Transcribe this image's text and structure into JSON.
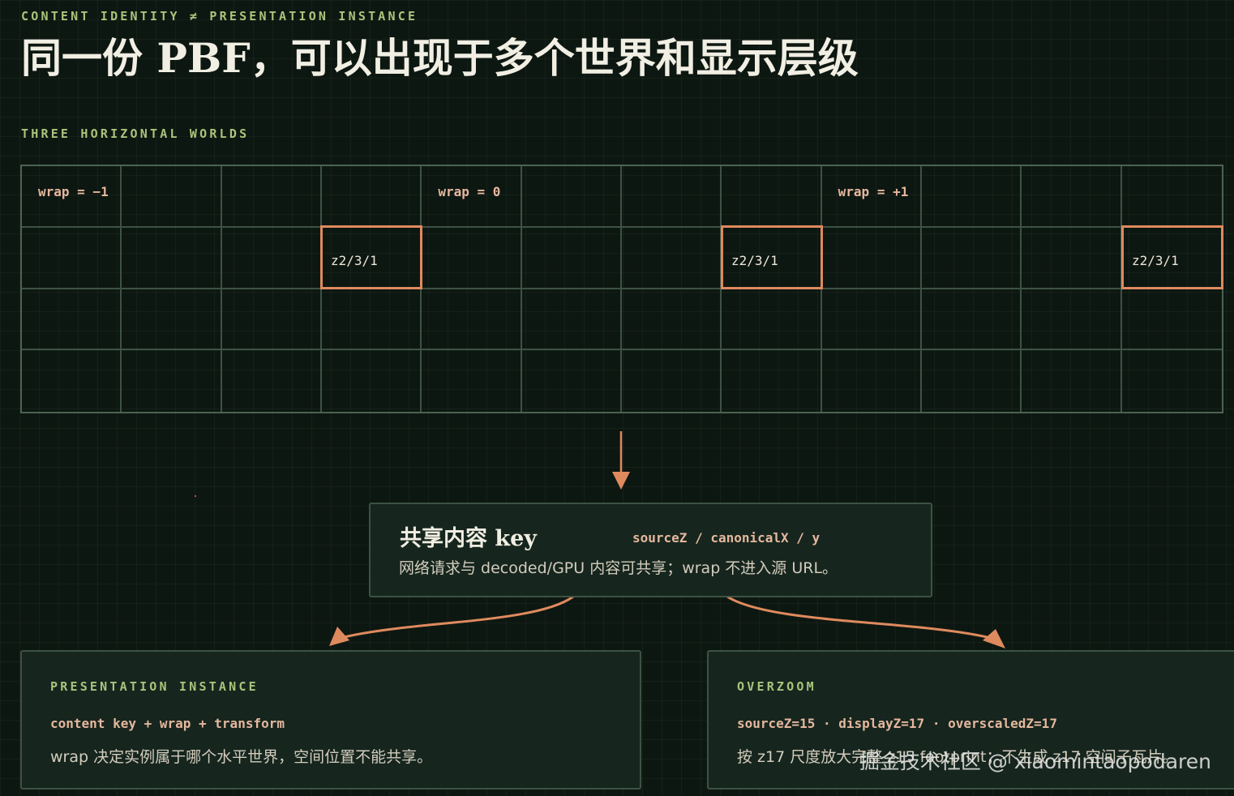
{
  "header": {
    "eyebrow": "CONTENT IDENTITY ≠ PRESENTATION INSTANCE",
    "title": "同一份 PBF，可以出现于多个世界和显示层级"
  },
  "worlds": {
    "label": "THREE HORIZONTAL WORLDS",
    "wrap_labels": [
      "wrap = −1",
      "wrap = 0",
      "wrap = +1"
    ],
    "tile_labels": [
      "z2/3/1",
      "z2/3/1",
      "z2/3/1"
    ]
  },
  "key_card": {
    "title": "共享内容 key",
    "code": "sourceZ / canonicalX / y",
    "desc": "网络请求与 decoded/GPU 内容可共享；wrap 不进入源 URL。"
  },
  "presentation_card": {
    "eyebrow": "PRESENTATION INSTANCE",
    "code": "content key + wrap + transform",
    "desc": "wrap 决定实例属于哪个水平世界，空间位置不能共享。"
  },
  "overzoom_card": {
    "eyebrow": "OVERZOOM",
    "code": "sourceZ=15 · displayZ=17 · overscaledZ=17",
    "desc": "按 z17 尺度放大完整 z15 footprint；不生成 z17 空间子瓦片。"
  },
  "watermark": "掘金技术社区 @ xiaomintaopodaren",
  "colors": {
    "background": "#0d1711",
    "accent_green": "#a9c47c",
    "accent_orange": "#df8a5e",
    "code_orange": "#e5b79e",
    "grid_line": "#3d5244"
  }
}
